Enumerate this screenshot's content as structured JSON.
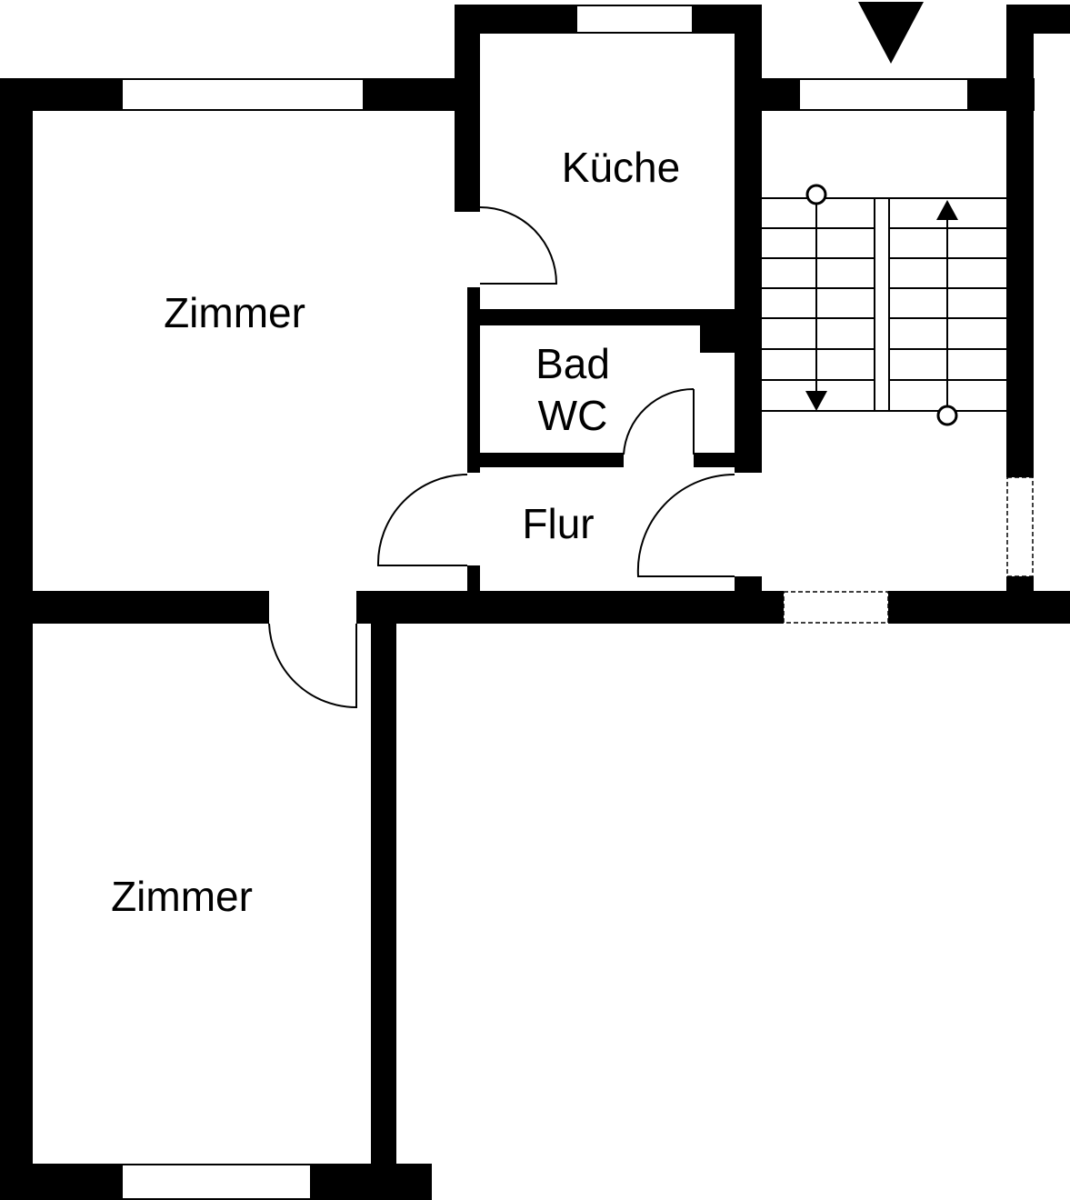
{
  "rooms": {
    "zimmer_top": "Zimmer",
    "zimmer_bottom": "Zimmer",
    "kueche": "Küche",
    "bad": "Bad",
    "wc": "WC",
    "flur": "Flur"
  },
  "colors": {
    "wall": "#000000",
    "background": "#ffffff"
  },
  "icons": [
    "entrance-arrow-icon",
    "stair-up-arrow-icon",
    "stair-down-arrow-icon"
  ]
}
